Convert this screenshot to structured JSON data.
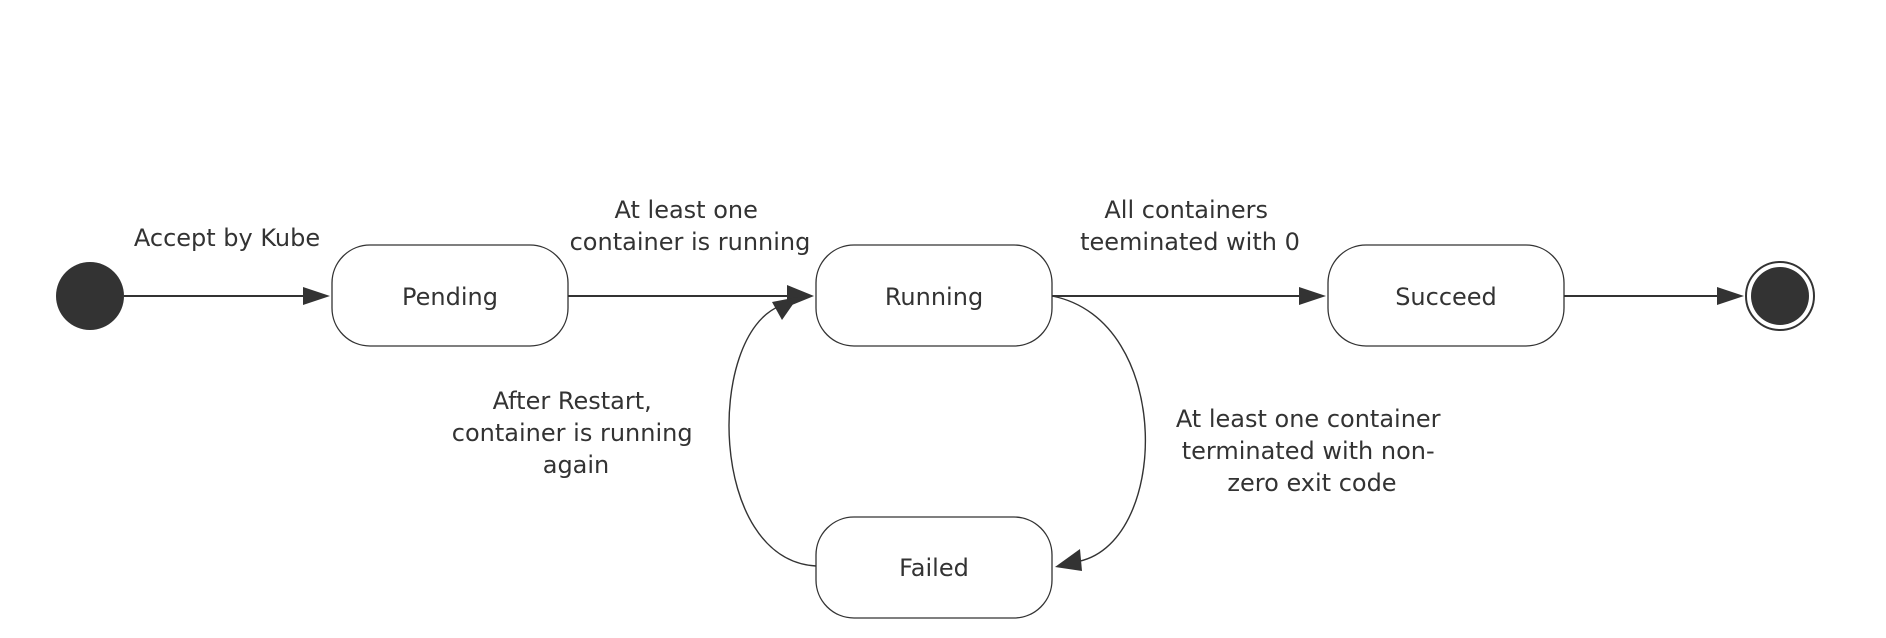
{
  "states": {
    "pending": "Pending",
    "running": "Running",
    "succeed": "Succeed",
    "failed": "Failed"
  },
  "transitions": {
    "start_to_pending": [
      "Accept by Kube"
    ],
    "pending_to_running": [
      "At least one",
      "container is running"
    ],
    "running_to_succeed": [
      "All containers",
      "teeminated with 0"
    ],
    "running_to_failed": [
      "At least one container",
      "terminated with non-",
      "zero exit code"
    ],
    "failed_to_running": [
      "After Restart,",
      "container is running",
      "again"
    ]
  },
  "colors": {
    "stroke": "#333333",
    "fill": "#ffffff",
    "marker": "#333333"
  }
}
